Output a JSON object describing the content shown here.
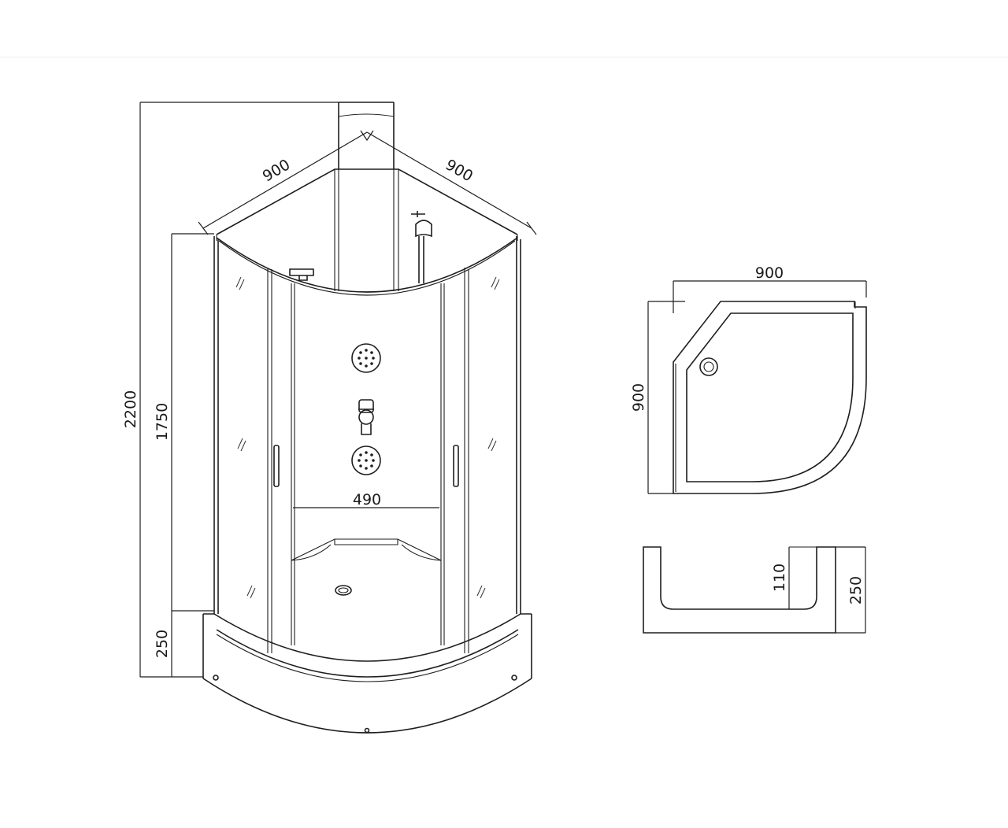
{
  "dimensions": {
    "total_height": "2200",
    "glass_height": "1750",
    "tray_height": "250",
    "left_width": "900",
    "right_width": "900",
    "door_opening": "490",
    "tray_top_width": "900",
    "tray_top_depth": "900",
    "tray_section_inner_depth": "110",
    "tray_section_height": "250"
  }
}
